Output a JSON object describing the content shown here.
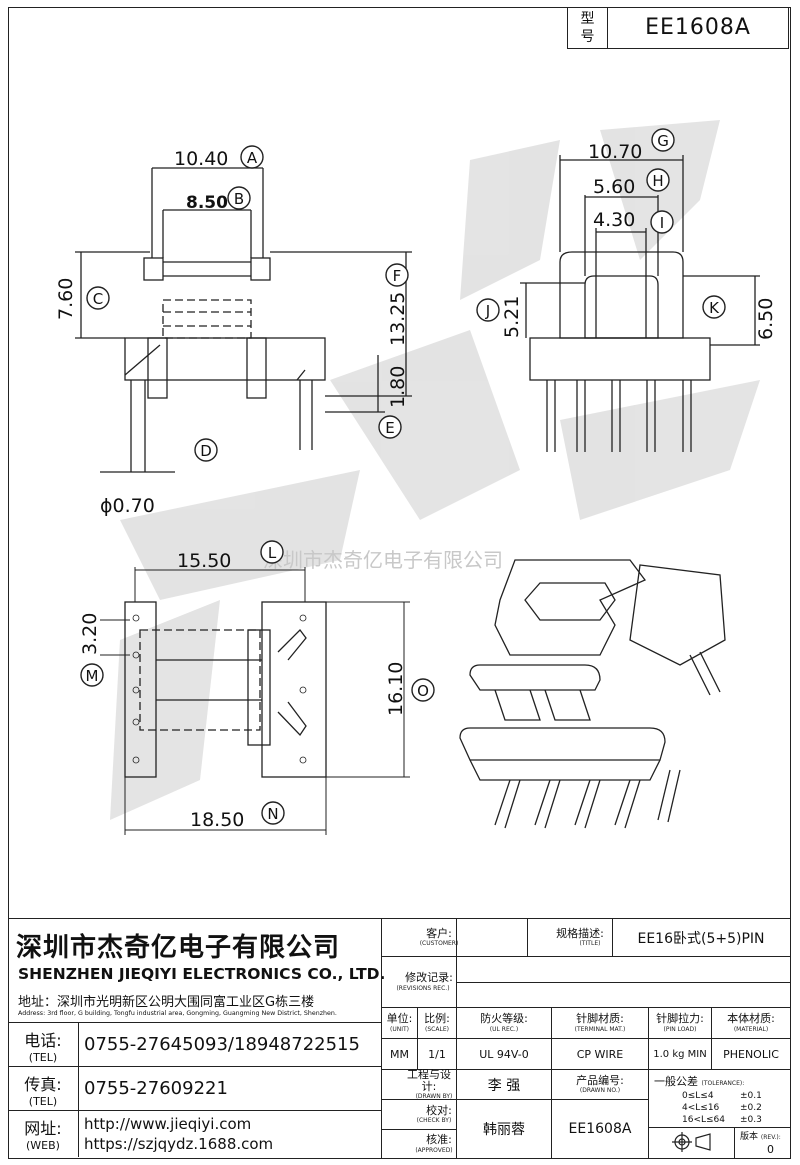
{
  "model_box": {
    "label_line1": "型",
    "label_line2": "号",
    "model": "EE1608A"
  },
  "watermark": {
    "company_text": "深圳市杰奇亿电子有限公司",
    "web": "www.jieqiyi.com"
  },
  "drawing": {
    "dims": {
      "A": "10.40",
      "B": "8.50",
      "C": "7.60",
      "D": "ϕ0.70",
      "E": "1.80",
      "F": "13.25",
      "G": "10.70",
      "H": "5.60",
      "I": "4.30",
      "J": "5.21",
      "K": "6.50",
      "L": "15.50",
      "M": "3.20",
      "N": "18.50",
      "O": "16.10"
    },
    "letters": [
      "A",
      "B",
      "C",
      "D",
      "E",
      "F",
      "G",
      "H",
      "I",
      "J",
      "K",
      "L",
      "M",
      "N",
      "O"
    ]
  },
  "company": {
    "name_cn": "深圳市杰奇亿电子有限公司",
    "name_en": "SHENZHEN JIEQIYI ELECTRONICS CO., LTD.",
    "address_label": "地址：",
    "address_cn": "深圳市光明新区公明大围同富工业区G栋三楼",
    "address_en": "Address: 3rd floor, G building, Tongfu industrial area, Gongming, Guangming New District, Shenzhen.",
    "tel_label": "电话:",
    "tel_label_en": "(TEL)",
    "tel": "0755-27645093/18948722515",
    "fax_label": "传真:",
    "fax_label_en": "(TEL)",
    "fax": "0755-27609221",
    "web_label": "网址:",
    "web_label_en": "(WEB)",
    "web1": "http://www.jieqiyi.com",
    "web2": "https://szjqydz.1688.com"
  },
  "title_block": {
    "customer_label": "客户:",
    "customer_label_en": "(CUSTOMER)",
    "spec_label": "规格描述:",
    "spec_label_en": "(TITLE)",
    "spec_value": "EE16卧式(5+5)PIN",
    "rev_label": "修改记录:",
    "rev_label_en": "(REVISIONS REC.)",
    "unit_label": "单位:",
    "unit_label_en": "(UNIT)",
    "unit_value": "MM",
    "scale_label": "比例:",
    "scale_label_en": "(SCALE)",
    "scale_value": "1/1",
    "fire_label": "防火等级:",
    "fire_label_en": "(UL REC.)",
    "fire_value": "UL 94V-0",
    "terminal_label": "针脚材质:",
    "terminal_label_en": "(TERMINAL MAT.)",
    "terminal_value": "CP WIRE",
    "pinload_label": "针脚拉力:",
    "pinload_label_en": "(PIN LOAD)",
    "pinload_value": "1.0 kg MIN",
    "material_label": "本体材质:",
    "material_label_en": "(MATERIAL)",
    "material_value": "PHENOLIC",
    "drawn_label": "工程与设计:",
    "drawn_label_en": "(DRAWN BY)",
    "drawn_value": "李 强",
    "drawing_no_label": "产品编号:",
    "drawing_no_label_en": "(DRAWN NO.)",
    "drawing_no_value": "EE1608A",
    "check_label": "校对:",
    "check_label_en": "(CHECK BY)",
    "check_value": "韩丽蓉",
    "approved_label": "核准:",
    "approved_label_en": "(APPROVED)",
    "tolerance_label": "一般公差",
    "tolerance_label_en": "(TOLERANCE):",
    "tol_rows": [
      {
        "range": "0≤L≤4",
        "value": "±0.1"
      },
      {
        "range": "4<L≤16",
        "value": "±0.2"
      },
      {
        "range": "16<L≤64",
        "value": "±0.3"
      }
    ],
    "version_label": "版本",
    "version_label_en": "(REV.):",
    "version_value": "0"
  }
}
